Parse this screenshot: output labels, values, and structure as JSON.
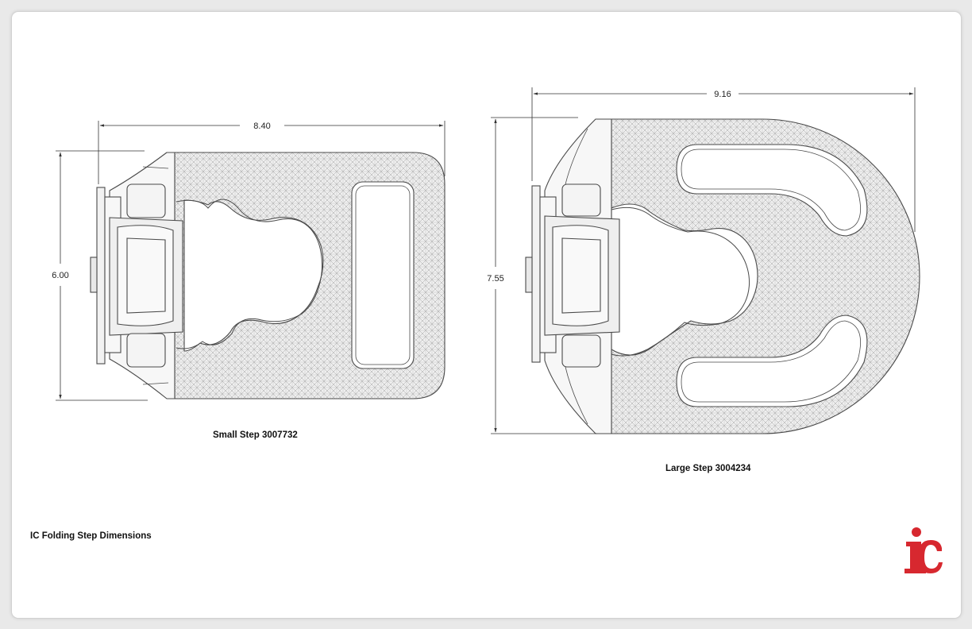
{
  "page_title": "IC Folding Step Dimensions",
  "small_step": {
    "caption": "Small Step 3007732",
    "width_dimension": "8.40",
    "height_dimension": "6.00"
  },
  "large_step": {
    "caption": "Large Step 3004234",
    "width_dimension": "9.16",
    "height_dimension": "7.55"
  },
  "logo": {
    "text": "ic",
    "icon": "ic-brand-logo",
    "color": "#d7282f"
  },
  "colors": {
    "line": "#4a4a4a",
    "tread_fill": "#ececec",
    "body_fill": "#f7f7f7"
  }
}
